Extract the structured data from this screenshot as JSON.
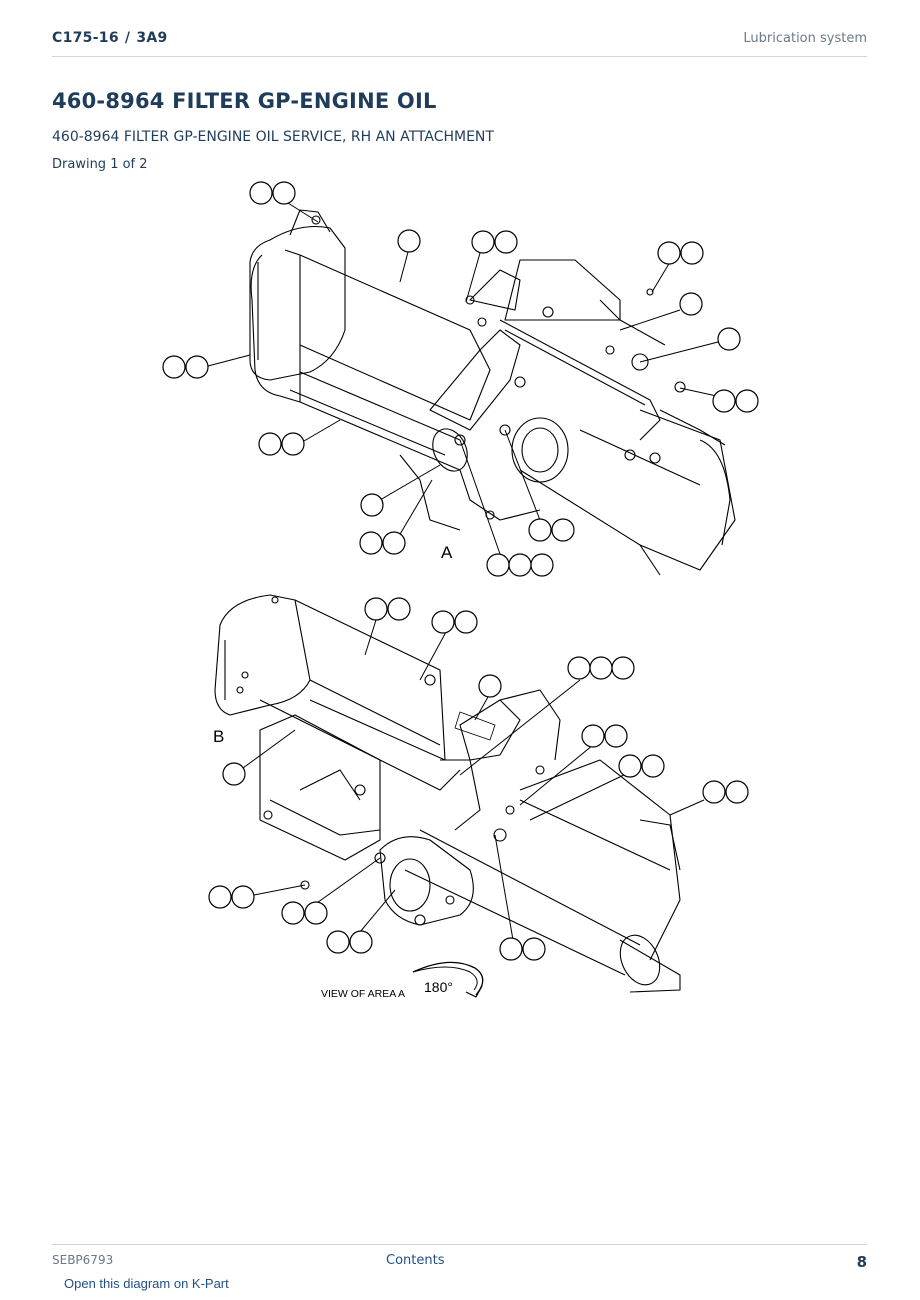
{
  "header": {
    "model": "C175-16",
    "separator": "/",
    "serial_prefix": "3A9",
    "section": "Lubrication system"
  },
  "title": "460-8964 FILTER GP-ENGINE OIL",
  "subtitle": "460-8964 FILTER GP-ENGINE OIL SERVICE, RH AN ATTACHMENT",
  "drawing_label": "Drawing 1 of 2",
  "diagram": {
    "area_a_label": "A",
    "area_b_label": "B",
    "view_label": "VIEW OF AREA  A",
    "rotation_label": "180°"
  },
  "footer": {
    "doc_number": "SEBP6793",
    "contents_link": "Contents",
    "page_number": "8"
  },
  "kpart_link": "Open this diagram on K-Part"
}
